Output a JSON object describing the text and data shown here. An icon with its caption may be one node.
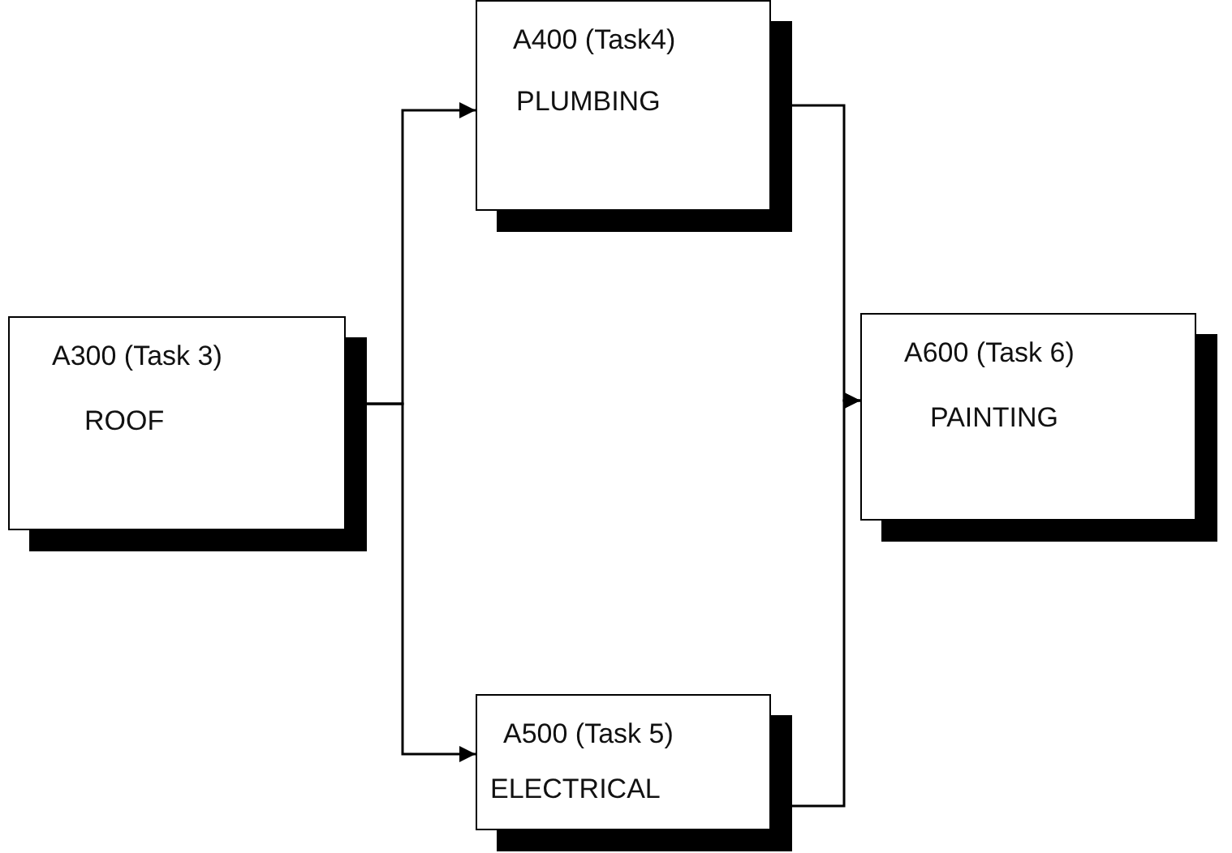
{
  "diagram": {
    "nodes": [
      {
        "text": [
          "A300 (Task 3)",
          "ROOF"
        ]
      },
      {
        "text": [
          "A400 (Task4)",
          "PLUMBING"
        ]
      },
      {
        "text": [
          "A500 (Task 5)",
          "ELECTRICAL"
        ]
      },
      {
        "text": [
          "A600 (Task 6)",
          "PAINTING"
        ]
      }
    ],
    "edges": [
      {
        "from": 0,
        "to": 1,
        "arrow": "to"
      },
      {
        "from": 0,
        "to": 2,
        "arrow": "to"
      },
      {
        "from": 1,
        "to": 3,
        "arrow": "to"
      },
      {
        "from": 2,
        "to": 3,
        "arrow": "to"
      }
    ]
  }
}
